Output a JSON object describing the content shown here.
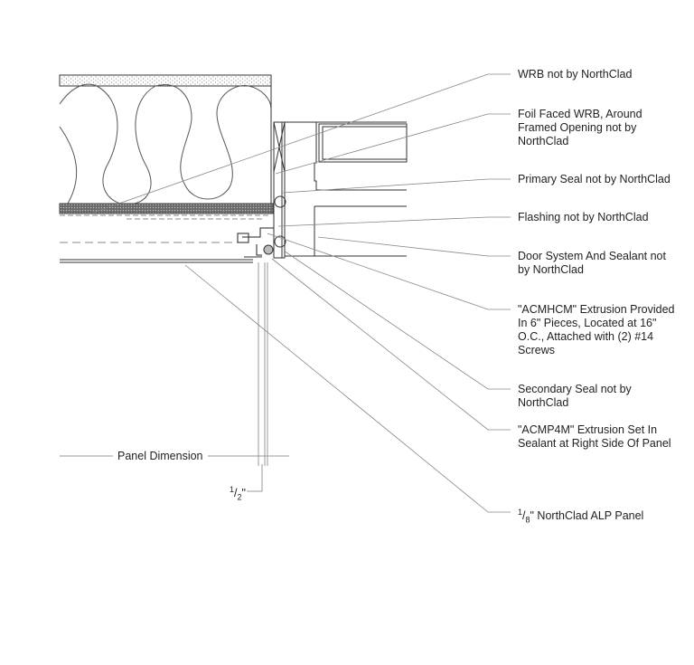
{
  "labels": [
    {
      "lines": [
        "WRB not by NorthClad"
      ]
    },
    {
      "lines": [
        "Foil Faced WRB, Around",
        "Framed Opening not by",
        "NorthClad"
      ]
    },
    {
      "lines": [
        "Primary Seal not by NorthClad"
      ]
    },
    {
      "lines": [
        "Flashing not by NorthClad"
      ]
    },
    {
      "lines": [
        "Door System And Sealant not",
        "by NorthClad"
      ]
    },
    {
      "lines": [
        "\"ACMHCM\" Extrusion Provided",
        "In 6\" Pieces, Located at 16\"",
        "O.C., Attached with (2) #14",
        "Screws"
      ]
    },
    {
      "lines": [
        "Secondary Seal not by",
        "NorthClad"
      ]
    },
    {
      "lines": [
        "\"ACMP4M\" Extrusion Set In",
        "Sealant at Right Side Of Panel"
      ]
    },
    {
      "lines": [
        "\" NorthClad ALP Panel"
      ],
      "frac_num": "1",
      "frac_den": "8"
    }
  ],
  "dimensions": {
    "panel": "Panel Dimension",
    "gap_num": "1",
    "gap_den": "2",
    "gap_unit": "\""
  }
}
